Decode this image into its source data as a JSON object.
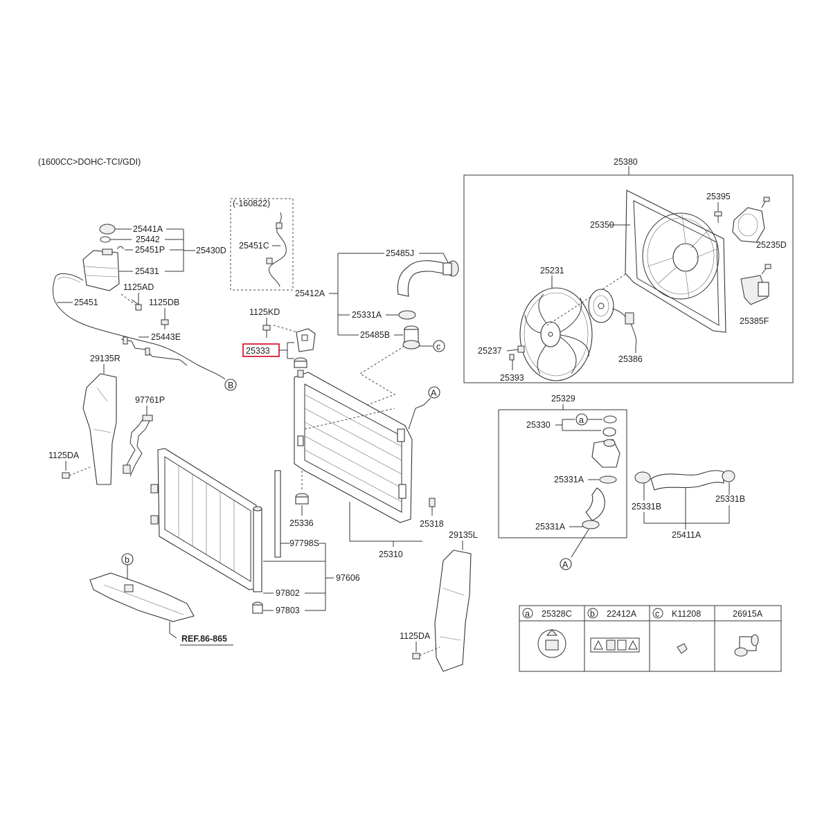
{
  "diagram": {
    "header": "(1600CC>DOHC-TCI/GDI)",
    "fan_group": {
      "assy": "25380",
      "shroud": "25350",
      "bolt": "25395",
      "resistor": "25235D",
      "fan": "25231",
      "motor_connector": "25386",
      "resistor_bracket": "25385F",
      "clip_a": "25237",
      "clip_b": "25393"
    },
    "reservoir": {
      "cap": "25441A",
      "seal": "25442",
      "fitting": "25451P",
      "assy": "25430D",
      "tank": "25431",
      "bolt": "1125AD",
      "hose": "25451",
      "bolt2": "1125DB",
      "bracket": "25443E"
    },
    "variant": {
      "note": "(-160822)",
      "hose": "25451C"
    },
    "upper_hose": {
      "hose_end": "25485J",
      "assy": "25412A",
      "clamp": "25331A",
      "fitting": "25485B"
    },
    "radiator": {
      "bolt": "1125KD",
      "mount": "25333",
      "insulator": "25336",
      "drain": "25318",
      "assy": "25310"
    },
    "air_guard": {
      "right": "29135R",
      "left": "29135L",
      "bolt_r": "1125DA",
      "bolt_l": "1125DA"
    },
    "condenser": {
      "line": "97761P",
      "seal": "97798S",
      "assy": "97606",
      "dryer": "97802",
      "cap": "97803"
    },
    "undercover_ref": "REF.86-865",
    "lower_hose": {
      "assy": "25329",
      "cap_group": "25330",
      "clamp_top": "25331A",
      "clamp_bottom": "25331A",
      "clamp_right_a": "25331B",
      "clamp_right_b": "25331B",
      "hose": "25411A"
    },
    "callouts": {
      "a": "a",
      "b": "b",
      "c": "c",
      "A": "A",
      "B": "B"
    },
    "legend": [
      {
        "key": "a",
        "part": "25328C"
      },
      {
        "key": "b",
        "part": "22412A"
      },
      {
        "key": "c",
        "part": "K11208"
      },
      {
        "key": "",
        "part": "26915A"
      }
    ],
    "colors": {
      "highlight": "#d0021b",
      "line": "#333333"
    }
  }
}
